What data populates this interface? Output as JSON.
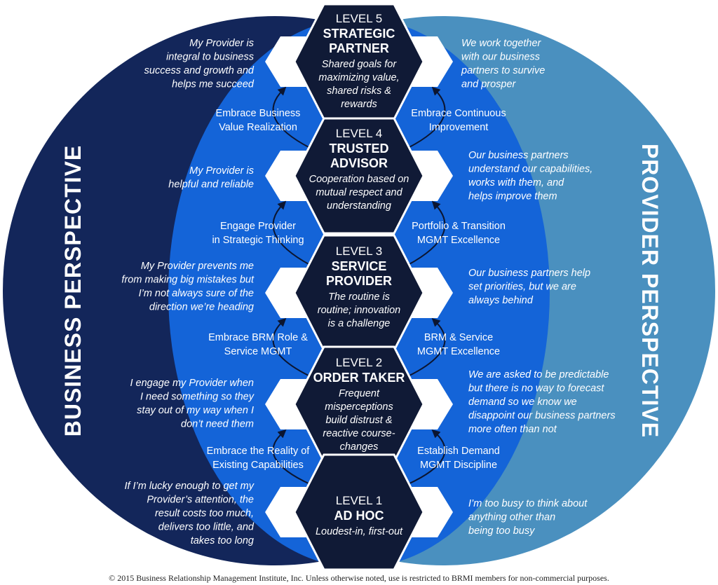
{
  "colors": {
    "business_circle": "#13265a",
    "provider_circle": "#4a90bf",
    "inner_oval": "#1464d8",
    "hexagon": "#101a36",
    "arrow_white": "#ffffff",
    "text": "#ffffff"
  },
  "perspectives": {
    "business": "BUSINESS PERSPECTIVE",
    "provider": "PROVIDER PERSPECTIVE"
  },
  "levels": [
    {
      "level": "LEVEL 5",
      "name": [
        "STRATEGIC",
        "PARTNER"
      ],
      "desc": [
        "Shared goals for",
        "maximizing value,",
        "shared risks &",
        "rewards"
      ]
    },
    {
      "level": "LEVEL 4",
      "name": [
        "TRUSTED",
        "ADVISOR"
      ],
      "desc": [
        "Cooperation based on",
        "mutual respect and",
        "understanding"
      ]
    },
    {
      "level": "LEVEL 3",
      "name": [
        "SERVICE",
        "PROVIDER"
      ],
      "desc": [
        "The routine is",
        "routine; innovation",
        "is a challenge"
      ]
    },
    {
      "level": "LEVEL 2",
      "name": [
        "ORDER TAKER"
      ],
      "desc": [
        "Frequent",
        "misperceptions",
        "build distrust &",
        "reactive course-",
        "changes"
      ]
    },
    {
      "level": "LEVEL 1",
      "name": [
        "AD HOC"
      ],
      "desc": [
        "Loudest-in, first-out"
      ]
    }
  ],
  "business_views": [
    [
      "My Provider is",
      "integral to business",
      "success and growth and",
      "helps me succeed"
    ],
    [
      "My Provider is",
      "helpful and reliable"
    ],
    [
      "My Provider prevents me",
      "from making big mistakes but",
      "I’m not always sure of the",
      "direction we’re heading"
    ],
    [
      "I engage my Provider when",
      "I need something so they",
      "stay out of my way when I",
      "don’t need them"
    ],
    [
      "If I’m lucky enough to get my",
      "Provider’s attention, the",
      "result costs too much,",
      "delivers too little, and",
      "takes too long"
    ]
  ],
  "provider_views": [
    [
      "We work together",
      "with our business",
      "partners to survive",
      "and prosper"
    ],
    [
      "Our business partners",
      "understand our capabilities,",
      "works with them, and",
      "helps improve them"
    ],
    [
      "Our business partners help",
      "set priorities, but we are",
      "always behind"
    ],
    [
      "We are asked to be predictable",
      "but there is no way to forecast",
      "demand so we know we",
      "disappoint our business partners",
      "more often than not"
    ],
    [
      "I’m too busy to think about",
      "anything other than",
      "being too busy"
    ]
  ],
  "business_transitions": [
    [
      "Embrace Business",
      "Value Realization"
    ],
    [
      "Engage Provider",
      "in Strategic Thinking"
    ],
    [
      "Embrace BRM Role &",
      "Service MGMT"
    ],
    [
      "Embrace the Reality of",
      "Existing Capabilities"
    ]
  ],
  "provider_transitions": [
    [
      "Embrace Continuous",
      "Improvement"
    ],
    [
      "Portfolio & Transition",
      "MGMT Excellence"
    ],
    [
      "BRM & Service",
      "MGMT Excellence"
    ],
    [
      "Establish Demand",
      "MGMT Discipline"
    ]
  ],
  "copyright": "© 2015 Business Relationship Management Institute, Inc. Unless otherwise noted, use is restricted to BRMI members for non-commercial purposes."
}
